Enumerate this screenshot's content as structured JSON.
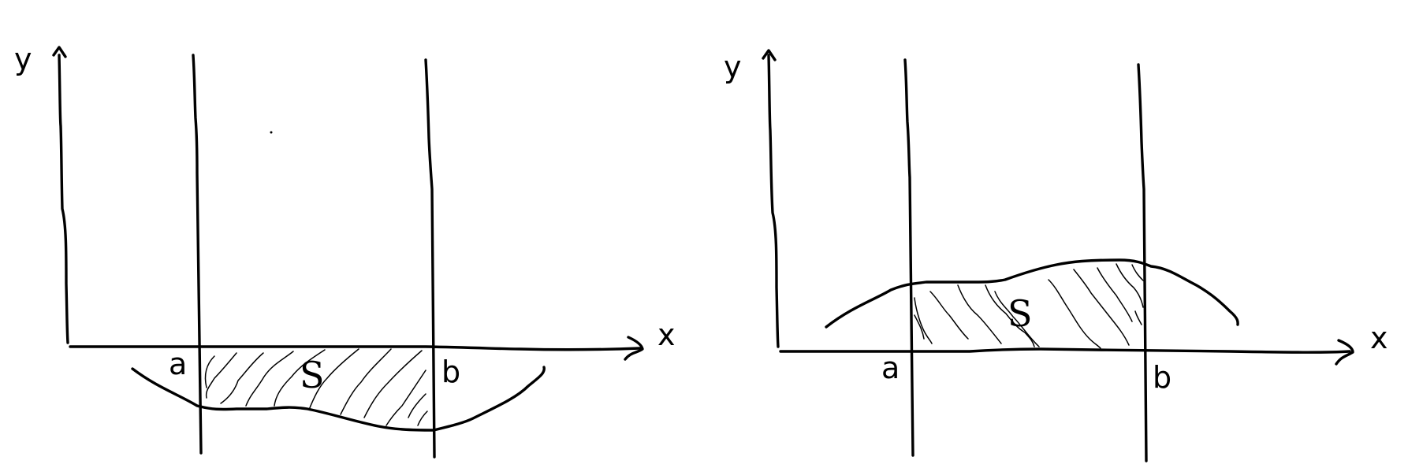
{
  "panels": [
    {
      "id": "left",
      "y_label": "y",
      "x_label": "x",
      "a_label": "a",
      "b_label": "b",
      "region_label": "S",
      "curve_side": "below x-axis"
    },
    {
      "id": "right",
      "y_label": "y",
      "x_label": "x",
      "a_label": "a",
      "b_label": "b",
      "region_label": "S",
      "curve_side": "above x-axis"
    }
  ]
}
